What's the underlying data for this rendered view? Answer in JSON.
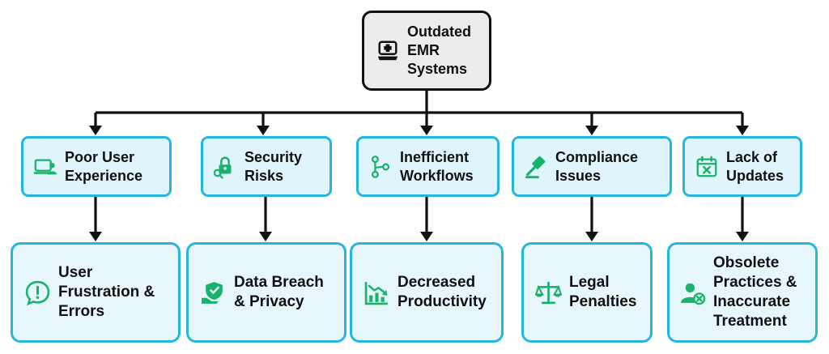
{
  "root": {
    "label": "Outdated\nEMR\nSystems",
    "icon": "laptop-medical-icon"
  },
  "categories": [
    {
      "label": "Poor User\nExperience",
      "icon": "laptop-user-icon"
    },
    {
      "label": "Security\nRisks",
      "icon": "lock-key-icon"
    },
    {
      "label": "Inefficient\nWorkflows",
      "icon": "branch-icon"
    },
    {
      "label": "Compliance\nIssues",
      "icon": "gavel-icon"
    },
    {
      "label": "Lack of\nUpdates",
      "icon": "calendar-x-icon"
    }
  ],
  "effects": [
    {
      "label": "User\nFrustration &\nErrors",
      "icon": "chat-exclamation-icon"
    },
    {
      "label": "Data Breach\n& Privacy",
      "icon": "hand-shield-icon"
    },
    {
      "label": "Decreased\nProductivity",
      "icon": "chart-down-icon"
    },
    {
      "label": "Legal\nPenalties",
      "icon": "scales-icon"
    },
    {
      "label": "Obsolete\nPractices &\nInaccurate\nTreatment",
      "icon": "doctor-x-icon"
    }
  ],
  "colors": {
    "accent": "#26b6dc",
    "category_fill": "#dff4fb",
    "effect_fill": "#e7f6fb",
    "root_fill": "#ececec",
    "icon_green": "#19b26b",
    "line": "#111111"
  }
}
